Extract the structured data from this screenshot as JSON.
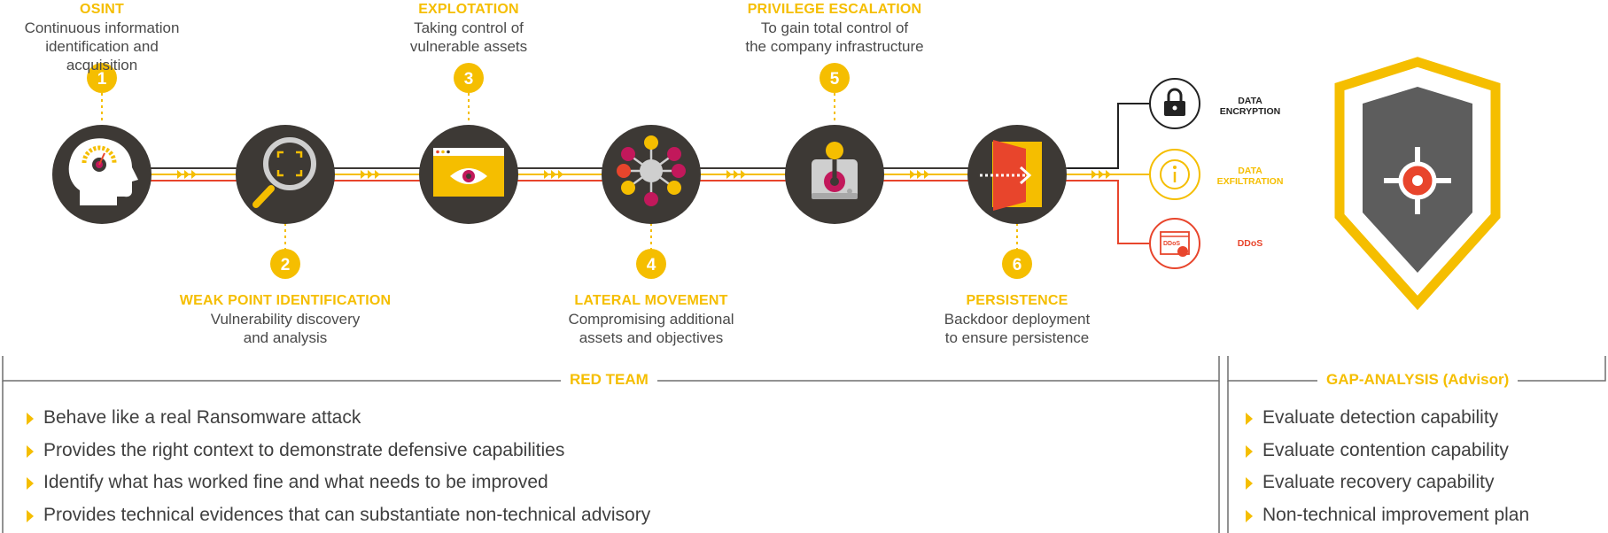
{
  "colors": {
    "accent": "#f5be00",
    "danger": "#e8452c",
    "dark": "#3d3935",
    "gray": "#5d5d5d"
  },
  "steps": [
    {
      "number": "1",
      "title": "OSINT",
      "desc": [
        "Continuous information",
        "identification and acquisition"
      ],
      "icon": "head-gauge-icon"
    },
    {
      "number": "2",
      "title": "WEAK POINT IDENTIFICATION",
      "desc": [
        "Vulnerability discovery",
        "and analysis"
      ],
      "icon": "magnifier-icon"
    },
    {
      "number": "3",
      "title": "EXPLOTATION",
      "desc": [
        "Taking control of",
        "vulnerable assets"
      ],
      "icon": "browser-eye-icon"
    },
    {
      "number": "4",
      "title": "LATERAL MOVEMENT",
      "desc": [
        "Compromising additional",
        "assets and objectives"
      ],
      "icon": "network-hub-icon"
    },
    {
      "number": "5",
      "title": "PRIVILEGE ESCALATION",
      "desc": [
        "To gain total control of",
        "the company infrastructure"
      ],
      "icon": "joystick-icon"
    },
    {
      "number": "6",
      "title": "PERSISTENCE",
      "desc": [
        "Backdoor deployment",
        "to ensure persistence"
      ],
      "icon": "door-exit-icon"
    }
  ],
  "outcomes": [
    {
      "label": [
        "DATA",
        "ENCRYPTION"
      ],
      "icon": "lock-icon",
      "color": "#222222"
    },
    {
      "label": [
        "DATA",
        "EXFILTRATION"
      ],
      "icon": "info-icon",
      "color": "#f5be00"
    },
    {
      "label": [
        "DDoS"
      ],
      "icon": "ddos-browser-icon",
      "color": "#e8452c"
    }
  ],
  "ddos_icon_text": "DDoS",
  "shield_icon": "shield-target-icon",
  "red_team": {
    "title": "RED TEAM",
    "bullets": [
      "Behave like a real Ransomware attack",
      "Provides the right context to demonstrate defensive capabilities",
      "Identify what has worked fine and what needs to be improved",
      "Provides technical evidences that can substantiate non-technical advisory"
    ]
  },
  "gap_analysis": {
    "title": "GAP-ANALYSIS (Advisor)",
    "bullets": [
      "Evaluate detection capability",
      "Evaluate contention capability",
      "Evaluate recovery capability",
      "Non-technical improvement plan"
    ]
  }
}
